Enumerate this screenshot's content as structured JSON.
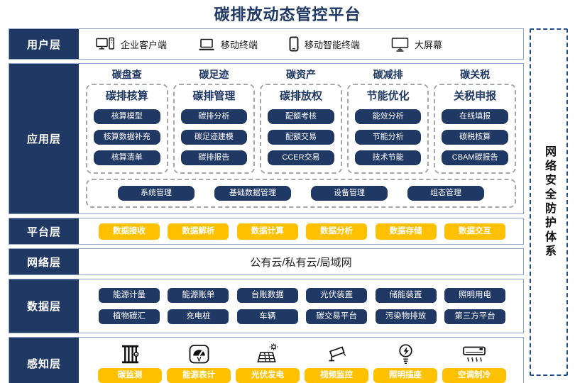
{
  "title": "碳排放动态管控平台",
  "colors": {
    "navy": "#1f3864",
    "yellow": "#ffc000",
    "band_border": "#8fa3c4",
    "dashed_gray": "#a6a6a6",
    "security_border": "#1f4e8c"
  },
  "security_bar": {
    "label": "网络安全防护体系"
  },
  "layers": {
    "user": {
      "label": "用户层",
      "items": [
        {
          "icon": "desktop-pc-icon",
          "label": "企业客户端"
        },
        {
          "icon": "laptop-icon",
          "label": "移动终端"
        },
        {
          "icon": "smartphone-icon",
          "label": "移动智能终端"
        },
        {
          "icon": "big-screen-icon",
          "label": "大屏幕"
        }
      ]
    },
    "application": {
      "label": "应用层",
      "columns": [
        {
          "header": "碳盘查",
          "subtitle": "碳排核算",
          "items": [
            "核算模型",
            "核算数据补充",
            "核算清单"
          ]
        },
        {
          "header": "碳足迹",
          "subtitle": "碳排管理",
          "items": [
            "碳排分析",
            "碳足迹建模",
            "碳排报告"
          ]
        },
        {
          "header": "碳资产",
          "subtitle": "碳排放权",
          "items": [
            "配额考核",
            "配额交易",
            "CCER交易"
          ]
        },
        {
          "header": "碳减排",
          "subtitle": "节能优化",
          "items": [
            "能效分析",
            "节能分析",
            "技术节能"
          ]
        },
        {
          "header": "碳关税",
          "subtitle": "关税申报",
          "items": [
            "在线填报",
            "碳税核算",
            "CBAM碳报告"
          ]
        }
      ],
      "common_items": [
        "系统管理",
        "基础数据管理",
        "设备管理",
        "组态管理"
      ]
    },
    "platform": {
      "label": "平台层",
      "items": [
        "数据接收",
        "数据解析",
        "数据计算",
        "数据分析",
        "数据存储",
        "数据交互"
      ]
    },
    "network": {
      "label": "网络层",
      "content": "公有云/私有云/局域网"
    },
    "data": {
      "label": "数据层",
      "rows": [
        [
          "能源计量",
          "能源账单",
          "台账数据",
          "光伏装置",
          "储能装置",
          "照明用电"
        ],
        [
          "植物碳汇",
          "充电桩",
          "车辆",
          "碳交易平台",
          "污染物排放",
          "第三方平台"
        ]
      ]
    },
    "perception": {
      "label": "感知层",
      "items": [
        {
          "icon": "carbon-monitor-icon",
          "label": "碳监测"
        },
        {
          "icon": "energy-meter-icon",
          "label": "能源表计"
        },
        {
          "icon": "solar-power-icon",
          "label": "光伏发电"
        },
        {
          "icon": "cctv-camera-icon",
          "label": "视频监控"
        },
        {
          "icon": "light-bulb-icon",
          "label": "照明插座"
        },
        {
          "icon": "air-conditioner-icon",
          "label": "空调制冷"
        }
      ]
    }
  }
}
